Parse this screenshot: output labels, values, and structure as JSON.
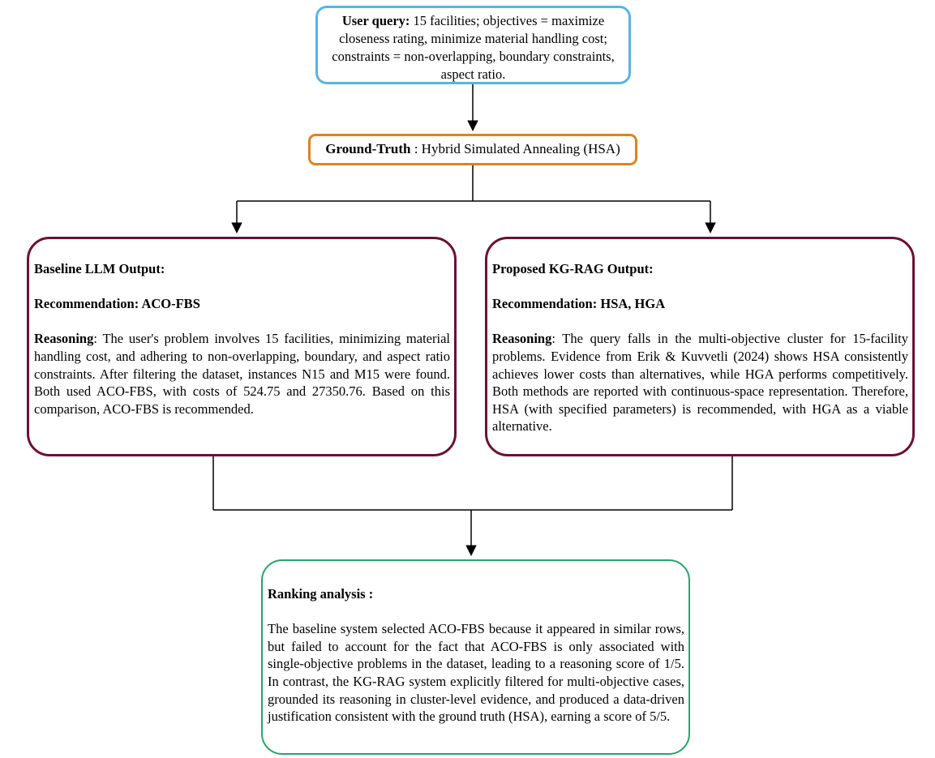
{
  "diagram": {
    "user_query": {
      "label_bold": "User query:",
      "text": " 15 facilities; objectives = maximize closeness rating, minimize material handling cost; constraints = non-overlapping, boundary constraints, aspect ratio."
    },
    "ground_truth": {
      "label_bold": "Ground-Truth",
      "text": " : Hybrid Simulated Annealing (HSA)"
    },
    "baseline": {
      "title": "Baseline LLM Output:",
      "recommendation": "Recommendation: ACO-FBS",
      "reasoning_label": "Reasoning",
      "reasoning_text": ": The user's problem involves 15 facilities, minimizing material handling cost, and adhering to non-overlapping, boundary, and aspect ratio constraints. After filtering the dataset, instances N15 and M15 were found. Both used ACO-FBS, with costs of 524.75 and 27350.76. Based on this comparison, ACO-FBS is recommended."
    },
    "kg_rag": {
      "title": "Proposed KG-RAG Output:",
      "recommendation": "Recommendation: HSA, HGA",
      "reasoning_label": "Reasoning",
      "reasoning_text": ": The query falls in the multi-objective cluster for 15-facility problems. Evidence from Erik & Kuvvetli (2024) shows HSA consistently achieves lower costs than alternatives, while HGA performs competitively. Both methods are reported with continuous-space representation. Therefore, HSA (with specified parameters) is recommended, with HGA as a viable alternative."
    },
    "ranking": {
      "title": "Ranking analysis :",
      "text": "The baseline system selected ACO-FBS because it appeared in similar rows, but failed to account for the fact that ACO-FBS is only associated with single-objective problems in the dataset, leading to a reasoning score of 1/5. In contrast, the KG-RAG system explicitly filtered for multi-objective cases, grounded its reasoning in cluster-level evidence, and produced a data-driven justification consistent with the ground truth (HSA), earning a score of 5/5."
    },
    "colors": {
      "user_query_border": "#56b4e9",
      "ground_truth_border": "#dd831d",
      "output_border": "#6e0f35",
      "ranking_border": "#27a567",
      "arrow": "#000000"
    }
  }
}
